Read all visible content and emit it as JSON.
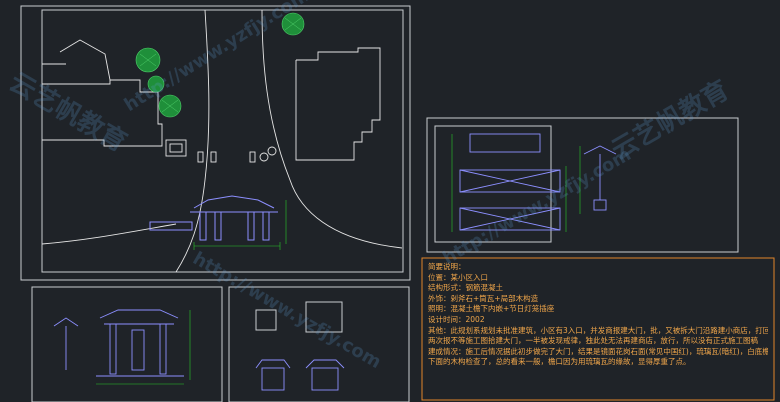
{
  "colors": {
    "background": "#1f2328",
    "frame": "#c9ccd1",
    "plan_line": "#e6e6e6",
    "gate_structure": "#8c8fff",
    "dimension": "#28c828",
    "tree": "#1f8f3a",
    "notes_text": "#f0a64a",
    "notes_frame": "#e0862a",
    "watermark": "rgba(95,160,215,0.22)"
  },
  "notes": {
    "title": "简要说明：",
    "location": "位置：某小区入口",
    "structure": "结构形式：钢筋混凝土",
    "facade": "外饰：剁斧石+筒瓦+局部木构造",
    "lighting": "照明：混凝土檐下内嵌+节日灯笼插座",
    "design_time": "设计时间：2002",
    "other_lines": [
      "其他：此规划系规划未批准建筑，小区有3入口，并发商报建大门，批，又被拆大门沿路建小商店，打回。",
      "两次报不等施工图拾建大门，一半被发现戒律，独此处无法再建商店，放行，所以没有正式施工图稿",
      "建成情况：施工后情况据此初步做完了大门，结果是镜面花岗石面(常见中国红)，琉璃瓦(暗红)，白底檐板",
      "下面的木构检查了，总的看来一般，檐口因为用琉璃瓦的缘故，显得厚重了点。"
    ]
  },
  "watermarks": [
    {
      "text": "云艺帆教育"
    },
    {
      "text": "http://www.yzfjy.com"
    }
  ]
}
